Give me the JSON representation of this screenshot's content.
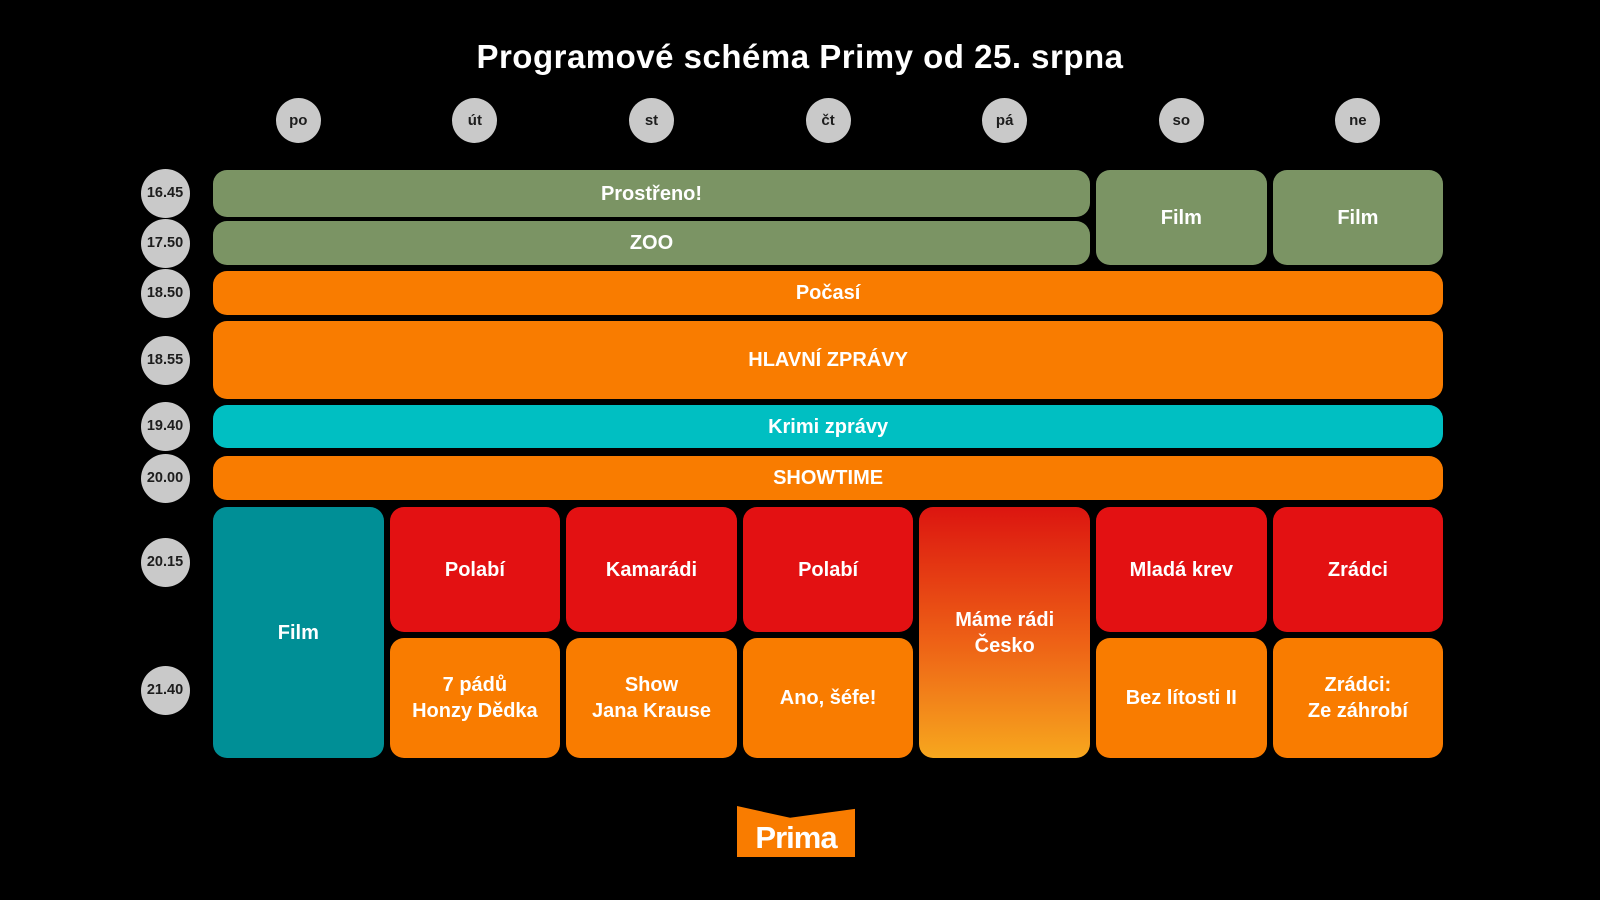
{
  "title": "Programové schéma Primy od 25. srpna",
  "days": [
    "po",
    "út",
    "st",
    "čt",
    "pá",
    "so",
    "ne"
  ],
  "times": [
    "16.45",
    "17.50",
    "18.50",
    "18.55",
    "19.40",
    "20.00",
    "20.15",
    "21.40"
  ],
  "colors": {
    "background": "#000000",
    "green": "#7b9464",
    "orange": "#f97c00",
    "red": "#e31112",
    "cyan": "#00bfc2",
    "teal": "#008f96",
    "gradient_top": "#dc1510",
    "gradient_mid": "#ee6316",
    "gradient_bottom": "#f7a71e",
    "circle_fill": "#c9c9c9",
    "circle_text": "#1d1d1d",
    "block_text": "#ffffff"
  },
  "blocks": [
    {
      "id": "prostreno",
      "label": "Prostřeno!",
      "row": 0,
      "rowspan": 1,
      "col": 0,
      "colspan": 5,
      "color": "green"
    },
    {
      "id": "zoo",
      "label": "ZOO",
      "row": 1,
      "rowspan": 1,
      "col": 0,
      "colspan": 5,
      "color": "green"
    },
    {
      "id": "film-so",
      "label": "Film",
      "row": 0,
      "rowspan": 2,
      "col": 5,
      "colspan": 1,
      "color": "green"
    },
    {
      "id": "film-ne",
      "label": "Film",
      "row": 0,
      "rowspan": 2,
      "col": 6,
      "colspan": 1,
      "color": "green"
    },
    {
      "id": "pocasi",
      "label": "Počasí",
      "row": 2,
      "rowspan": 1,
      "col": 0,
      "colspan": 7,
      "color": "orange"
    },
    {
      "id": "hlavni-zpravy",
      "label": "HLAVNÍ ZPRÁVY",
      "row": 3,
      "rowspan": 1,
      "col": 0,
      "colspan": 7,
      "color": "orange"
    },
    {
      "id": "krimi-zpravy",
      "label": "Krimi zprávy",
      "row": 4,
      "rowspan": 1,
      "col": 0,
      "colspan": 7,
      "color": "cyan"
    },
    {
      "id": "showtime",
      "label": "SHOWTIME",
      "row": 5,
      "rowspan": 1,
      "col": 0,
      "colspan": 7,
      "color": "orange"
    },
    {
      "id": "film-po",
      "label": "Film",
      "row": 6,
      "rowspan": 2,
      "col": 0,
      "colspan": 1,
      "color": "teal"
    },
    {
      "id": "polabi-ut",
      "label": "Polabí",
      "row": 6,
      "rowspan": 1,
      "col": 1,
      "colspan": 1,
      "color": "red"
    },
    {
      "id": "kamaradi",
      "label": "Kamarádi",
      "row": 6,
      "rowspan": 1,
      "col": 2,
      "colspan": 1,
      "color": "red"
    },
    {
      "id": "polabi-ct",
      "label": "Polabí",
      "row": 6,
      "rowspan": 1,
      "col": 3,
      "colspan": 1,
      "color": "red"
    },
    {
      "id": "mame-radi-cesko",
      "label": "Máme rádi\nČesko",
      "row": 6,
      "rowspan": 2,
      "col": 4,
      "colspan": 1,
      "color": "gradient"
    },
    {
      "id": "mlada-krev",
      "label": "Mladá krev",
      "row": 6,
      "rowspan": 1,
      "col": 5,
      "colspan": 1,
      "color": "red"
    },
    {
      "id": "zradci",
      "label": "Zrádci",
      "row": 6,
      "rowspan": 1,
      "col": 6,
      "colspan": 1,
      "color": "red"
    },
    {
      "id": "7-padu-honzy-dedka",
      "label": "7 pádů\nHonzy Dědka",
      "row": 7,
      "rowspan": 1,
      "col": 1,
      "colspan": 1,
      "color": "orange"
    },
    {
      "id": "show-jana-krause",
      "label": "Show\nJana Krause",
      "row": 7,
      "rowspan": 1,
      "col": 2,
      "colspan": 1,
      "color": "orange"
    },
    {
      "id": "ano-sefe",
      "label": "Ano, šéfe!",
      "row": 7,
      "rowspan": 1,
      "col": 3,
      "colspan": 1,
      "color": "orange"
    },
    {
      "id": "bez-litosti-ii",
      "label": "Bez lítosti II",
      "row": 7,
      "rowspan": 1,
      "col": 5,
      "colspan": 1,
      "color": "orange"
    },
    {
      "id": "zradci-ze-zahrobi",
      "label": "Zrádci:\nZe záhrobí",
      "row": 7,
      "rowspan": 1,
      "col": 6,
      "colspan": 1,
      "color": "orange"
    }
  ],
  "logo": {
    "text": "Prima"
  }
}
